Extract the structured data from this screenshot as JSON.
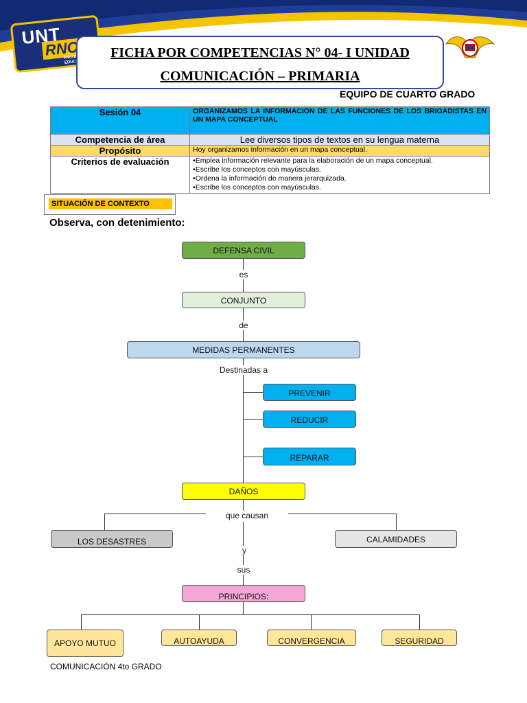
{
  "header": {
    "logo_text_top": "UNT",
    "logo_text_bottom": "RNC",
    "logo_small": "FACULT\nEDUCACI",
    "title_line1": "FICHA POR COMPETENCIAS N° 04- I UNIDAD",
    "title_line2": "COMUNICACIÓN – PRIMARIA",
    "team": "EQUIPO DE CUARTO GRADO"
  },
  "info": {
    "session_label": "Sesión 04",
    "session_title": "ORGANIZAMOS LA INFORMACION DE LAS FUNCIONES DE LOS BRIGADISTAS EN UN MAPA CONCEPTUAL",
    "competence_label": "Competencia de área",
    "competence_value": "Lee diversos tipos de textos en su lengua materna",
    "purpose_label": "Propósito",
    "purpose_value": "Hoy organizamos información en un mapa conceptual.",
    "criteria_label": "Criterios de evaluación",
    "criteria": [
      "Emplea información relevante para la elaboración de un mapa conceptual.",
      "Escribe los conceptos con mayúsculas.",
      "Ordena la información de manera jerarquizada.",
      "Escribe los conceptos con mayúsculas."
    ]
  },
  "context_label": "SITUACIÓN DE CONTEXTO",
  "observe": "Observa, con detenimiento:",
  "map": {
    "defensa": "DEFENSA CIVIL",
    "es": "es",
    "conjunto": "CONJUNTO",
    "de": "de",
    "medidas": "MEDIDAS PERMANENTES",
    "destinadas": "Destinadas a",
    "prevenir": "PREVENIR",
    "reducir": "REDUCIR",
    "reparar": "REPARAR",
    "danos": "DAÑOS",
    "que_causan": "que causan",
    "desastres": "LOS DESASTRES",
    "calamidades": "CALAMIDADES",
    "y": "y",
    "sus": "sus",
    "principios": "PRINCIPIOS:",
    "apoyo": "APOYO MUTUO",
    "autoayuda": "AUTOAYUDA",
    "convergencia": "CONVERGENCIA",
    "seguridad": "SEGURIDAD"
  },
  "colors": {
    "green": "#70ad47",
    "light_green": "#e2efda",
    "light_blue": "#bdd7ee",
    "cyan": "#00b0f0",
    "yellow": "#ffff00",
    "gray": "#c9c9c9",
    "light_gray": "#e7e6e6",
    "pink": "#f4a6d7",
    "cream": "#ffe699"
  },
  "footer": "COMUNICACIÓN 4to  GRADO"
}
